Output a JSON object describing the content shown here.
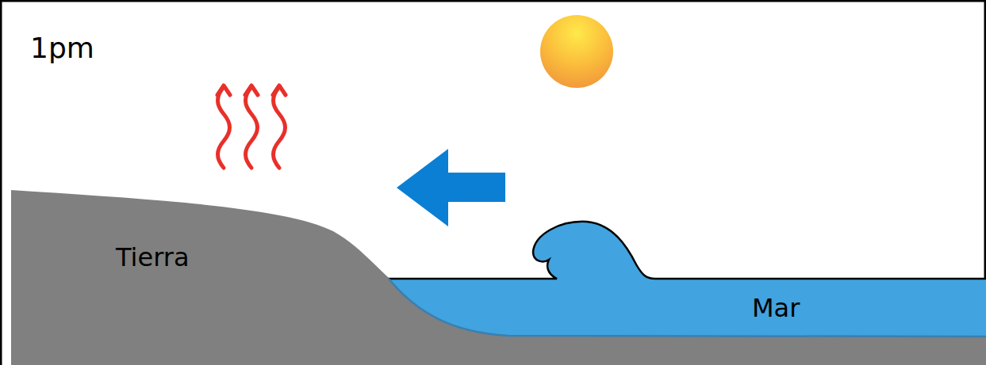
{
  "diagram": {
    "nodes": [
      {
        "text": [
          "Tierra"
        ]
      },
      {
        "text": [
          "Mar"
        ]
      }
    ],
    "labels": [
      "1pm"
    ]
  }
}
